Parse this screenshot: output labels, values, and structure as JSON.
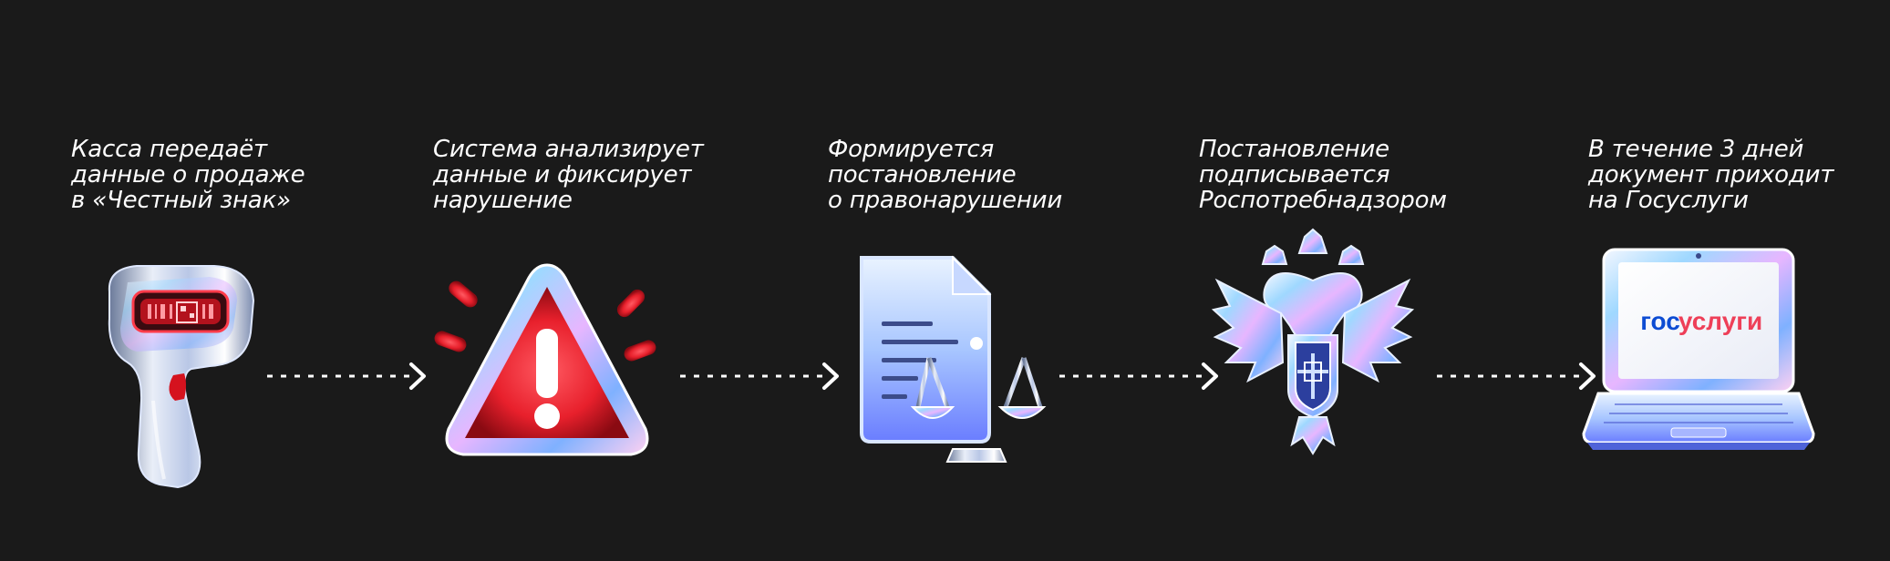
{
  "steps": [
    {
      "id": "cash-register",
      "icon": "barcode-scanner-icon",
      "lines": [
        "Касса передаёт",
        "данные о продаже",
        "в «Честный знак»"
      ]
    },
    {
      "id": "system",
      "icon": "warning-triangle-icon",
      "lines": [
        "Система анализирует",
        "данные и фиксирует",
        "нарушение"
      ]
    },
    {
      "id": "ruling",
      "icon": "document-scales-icon",
      "lines": [
        "Формируется",
        "постановление",
        "о правонарушении"
      ]
    },
    {
      "id": "signing",
      "icon": "coat-of-arms-icon",
      "lines": [
        "Постановление",
        "подписывается",
        "Роспотребнадзором"
      ]
    },
    {
      "id": "gosuslugi",
      "icon": "laptop-gosuslugi-icon",
      "lines": [
        "В течение 3 дней",
        "документ приходит",
        "на Госуслуги"
      ],
      "screen_logo": {
        "part1": "гос",
        "part2": "услуги"
      }
    }
  ],
  "colors": {
    "background": "#1a1a1a",
    "text": "#ffffff",
    "arrow": "#ffffff",
    "alert_red": "#e8202c",
    "gos_blue": "#0d4cd3",
    "gos_red": "#ee3f58"
  }
}
